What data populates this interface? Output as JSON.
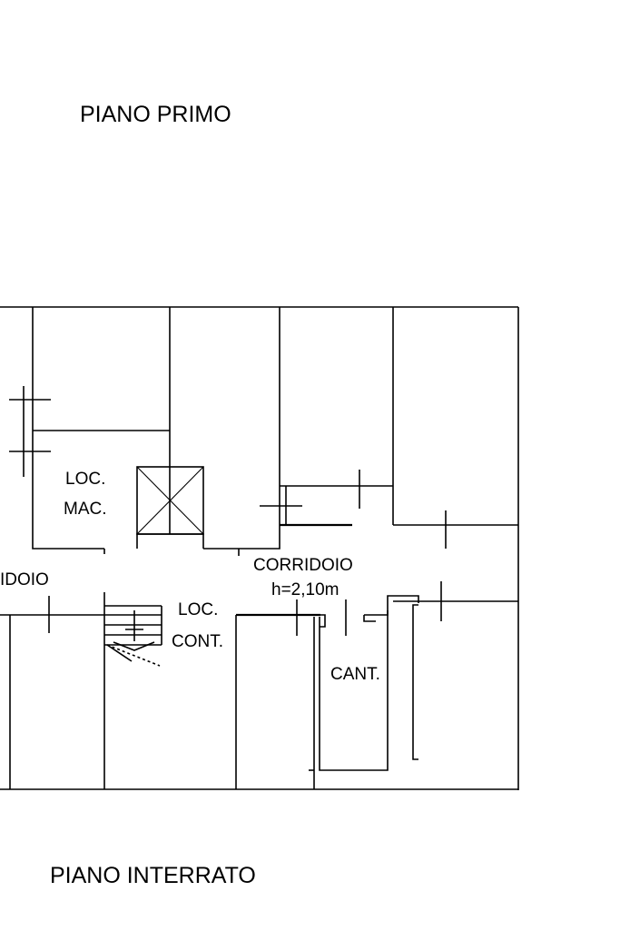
{
  "titles": {
    "floor_first": "PIANO PRIMO",
    "floor_basement": "PIANO INTERRATO"
  },
  "rooms": {
    "machine_room_line1": "LOC.",
    "machine_room_line2": "MAC.",
    "corridor": "CORRIDOIO",
    "corridor_height": "h=2,10m",
    "corridor_partial": "IDOIO",
    "meter_room_line1": "LOC.",
    "meter_room_line2": "CONT.",
    "cellar": "CANT."
  }
}
